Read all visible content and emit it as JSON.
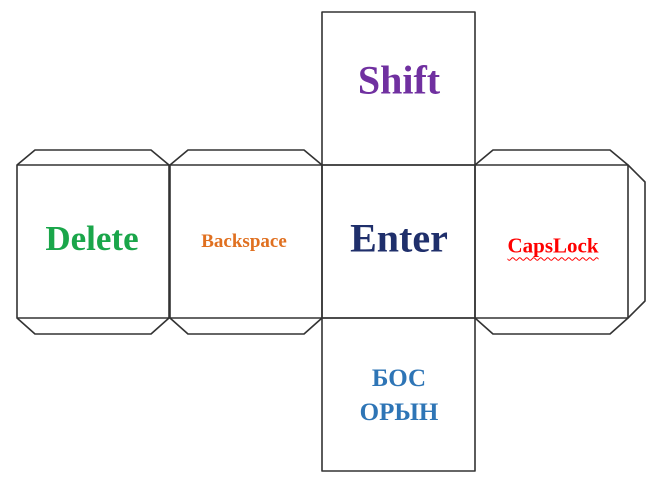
{
  "faces": {
    "top": {
      "label": "Shift",
      "color": "#7030a0"
    },
    "left": {
      "label": "Delete",
      "color": "#1aa64a"
    },
    "center_left": {
      "label": "Backspace",
      "color": "#e07020"
    },
    "center": {
      "label": "Enter",
      "color": "#1f2f6b"
    },
    "right": {
      "label": "CapsLock",
      "color": "#ff0000"
    },
    "bottom": {
      "line1": "БОС",
      "line2": "ОРЫН",
      "color": "#2e75b6"
    }
  },
  "colors": {
    "stroke": "#333333",
    "background": "#ffffff"
  }
}
